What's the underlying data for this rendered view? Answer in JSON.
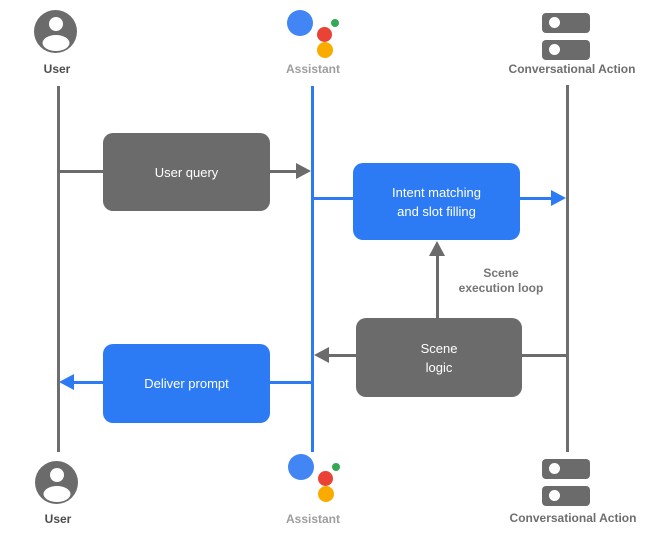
{
  "colors": {
    "diagram_gray": "#6b6b6b",
    "diagram_blue": "#2d7bf4",
    "assistant_logo_blue": "#4285f4",
    "assistant_logo_red": "#ea4335",
    "assistant_logo_green": "#34a853",
    "assistant_logo_yellow": "#f9ab00",
    "label_dark": "#4d4d4d",
    "label_medium": "#6e6e6e",
    "label_light": "#9e9e9e"
  },
  "icons": {
    "user": "person-in-circle",
    "assistant": "google-assistant-logo",
    "conversational_action": "server-stack"
  },
  "actors": {
    "user_top": {
      "label": "User"
    },
    "assistant_top": {
      "label": "Assistant"
    },
    "action_top": {
      "label": "Conversational Action"
    },
    "user_bottom": {
      "label": "User"
    },
    "assistant_bottom": {
      "label": "Assistant"
    },
    "action_bottom": {
      "label": "Conversational Action"
    }
  },
  "boxes": {
    "user_query": {
      "label": "User query"
    },
    "intent_matching": {
      "line1": "Intent matching",
      "line2": "and slot filling"
    },
    "scene_logic": {
      "line1": "Scene",
      "line2": "logic"
    },
    "deliver_prompt": {
      "label": "Deliver prompt"
    }
  },
  "annotations": {
    "scene_loop": {
      "line1": "Scene",
      "line2": "execution loop"
    }
  }
}
